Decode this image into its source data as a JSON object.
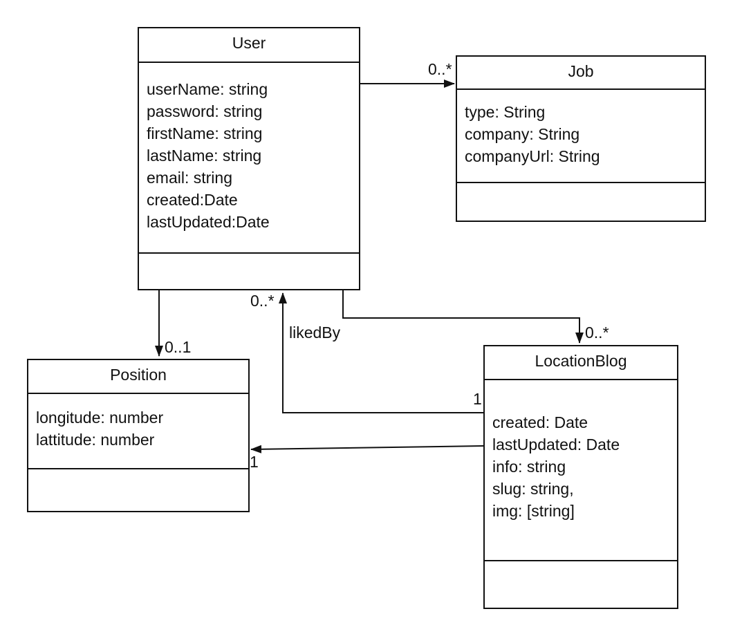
{
  "classes": {
    "user": {
      "name": "User",
      "attributes": [
        "userName: string",
        "password: string",
        "firstName: string",
        "lastName: string",
        "email: string",
        "created:Date",
        "lastUpdated:Date"
      ]
    },
    "job": {
      "name": "Job",
      "attributes": [
        "type: String",
        "company: String",
        "companyUrl: String"
      ]
    },
    "position": {
      "name": "Position",
      "attributes": [
        "longitude: number",
        "lattitude: number"
      ]
    },
    "location_blog": {
      "name": "LocationBlog",
      "attributes": [
        "created: Date",
        "lastUpdated: Date",
        "info: string",
        "slug: string,",
        "img: [string]"
      ]
    }
  },
  "relations": {
    "user_job": {
      "multiplicity": "0..*"
    },
    "user_position": {
      "multiplicity": "0..1"
    },
    "user_location_blog": {
      "multiplicity": "0..*"
    },
    "liked_by": {
      "label": "likedBy",
      "source_multiplicity": "1",
      "target_multiplicity": "0..*"
    },
    "location_blog_position": {
      "multiplicity": "1"
    }
  }
}
